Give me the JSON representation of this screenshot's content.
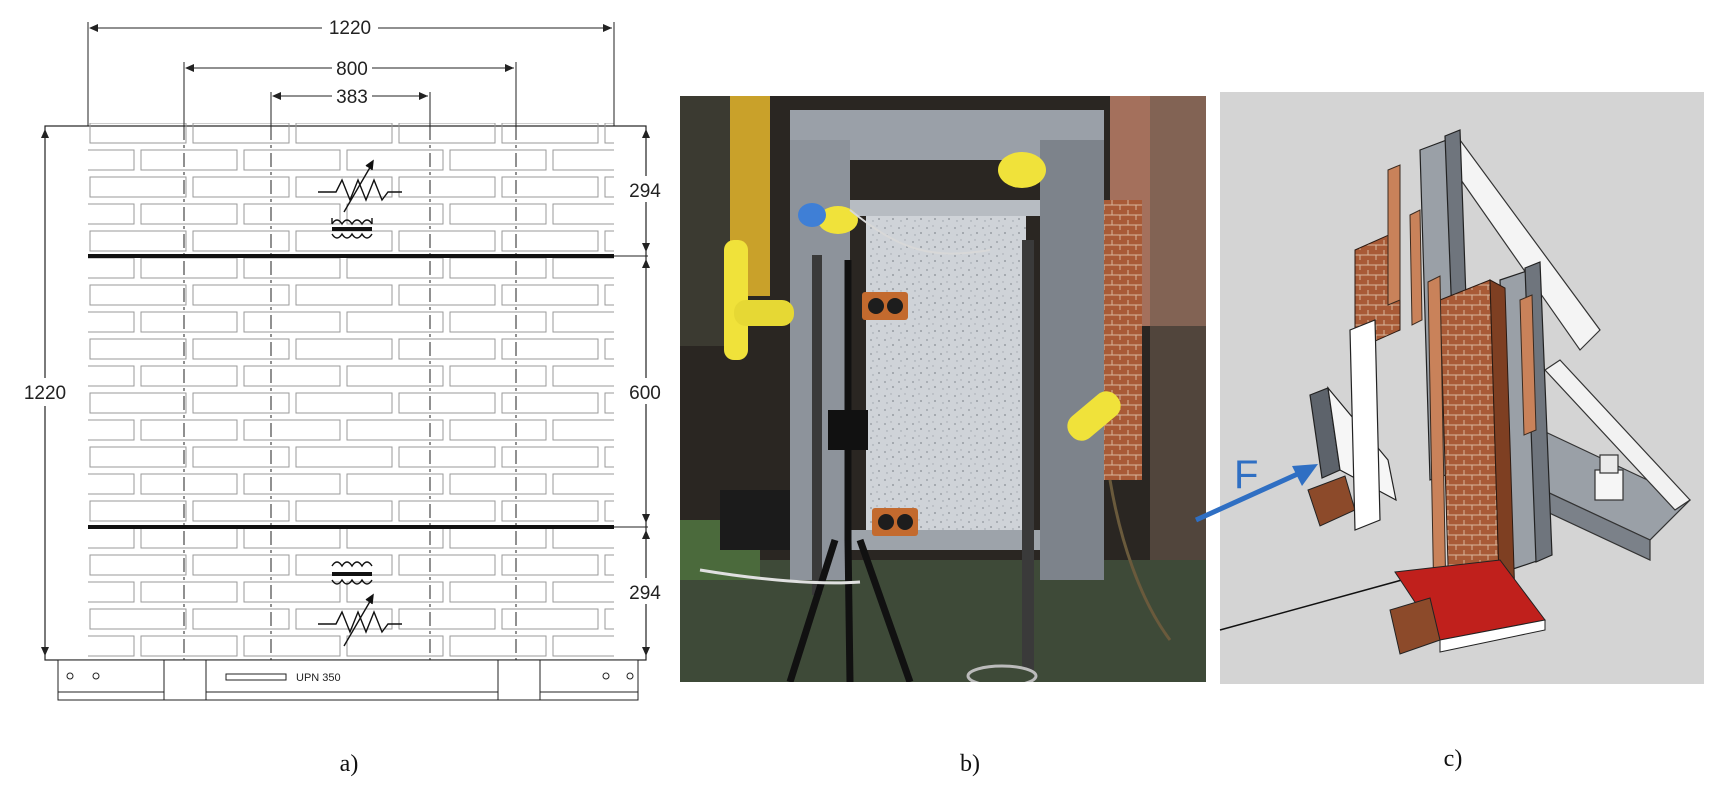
{
  "panel_a": {
    "dims": {
      "top_outer": "1220",
      "top_middle": "800",
      "top_inner": "383",
      "left_height": "1220",
      "right_top": "294",
      "right_middle": "600",
      "right_bottom": "294"
    },
    "base_label": "UPN 350",
    "caption": "a)"
  },
  "panel_b": {
    "caption": "b)"
  },
  "panel_c": {
    "force_label": "F",
    "caption": "c)"
  },
  "colors": {
    "line": "#222222",
    "brick_outline": "#9a9a9a",
    "force_arrow": "#2f6fc3",
    "brick": "#b5653e",
    "steel": "#8e939b",
    "red_base": "#c0201c",
    "yellow_foam": "#f0e23a"
  }
}
